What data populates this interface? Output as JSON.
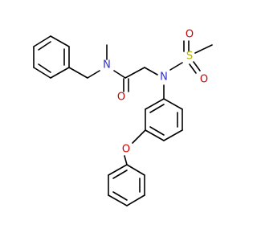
{
  "molecule": {
    "atoms": [
      {
        "id": "N1",
        "text": "N",
        "color": "#3333cc"
      },
      {
        "id": "O1",
        "text": "O",
        "color": "#cc0000"
      },
      {
        "id": "N2",
        "text": "N",
        "color": "#3333cc"
      },
      {
        "id": "S1",
        "text": "S",
        "color": "#b3b300"
      },
      {
        "id": "O2",
        "text": "O",
        "color": "#cc0000"
      },
      {
        "id": "O3",
        "text": "O",
        "color": "#cc0000"
      },
      {
        "id": "O4",
        "text": "O",
        "color": "#cc0000"
      }
    ],
    "bond_color": "#000000"
  }
}
